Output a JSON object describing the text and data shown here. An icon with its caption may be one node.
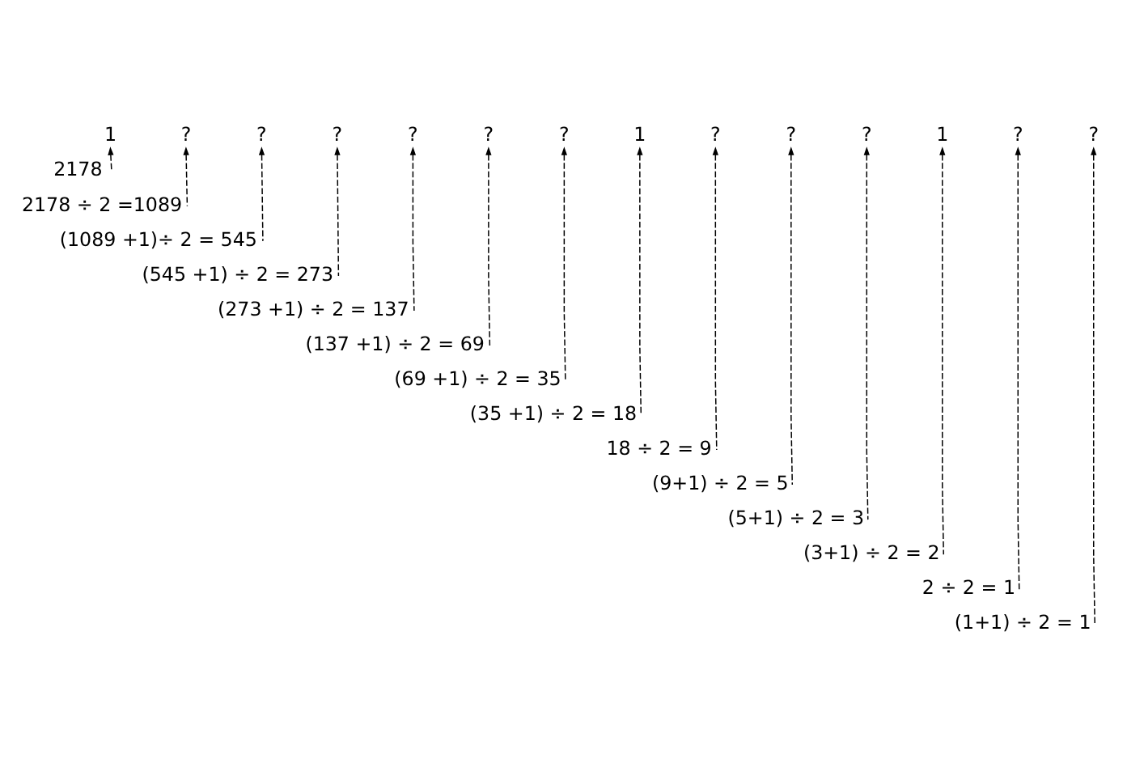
{
  "diagram": {
    "nodes": [
      {
        "text": [
          "1"
        ]
      },
      {
        "text": [
          "?"
        ]
      },
      {
        "text": [
          "?"
        ]
      },
      {
        "text": [
          "?"
        ]
      },
      {
        "text": [
          "?"
        ]
      },
      {
        "text": [
          "?"
        ]
      },
      {
        "text": [
          "?"
        ]
      },
      {
        "text": [
          "1"
        ]
      },
      {
        "text": [
          "?"
        ]
      },
      {
        "text": [
          "?"
        ]
      },
      {
        "text": [
          "?"
        ]
      },
      {
        "text": [
          "1"
        ]
      },
      {
        "text": [
          "?"
        ]
      },
      {
        "text": [
          "?"
        ]
      },
      {
        "text": [
          "2178"
        ]
      },
      {
        "text": [
          "2178 ÷ 2 =1089"
        ]
      },
      {
        "text": [
          "(1089 +1)÷ 2 = 545"
        ]
      },
      {
        "text": [
          "(545 +1) ÷ 2 = 273"
        ]
      },
      {
        "text": [
          "(273 +1) ÷ 2 = 137"
        ]
      },
      {
        "text": [
          "(137 +1) ÷ 2 = 69"
        ]
      },
      {
        "text": [
          "(69 +1) ÷ 2 = 35"
        ]
      },
      {
        "text": [
          "(35 +1) ÷ 2 = 18"
        ]
      },
      {
        "text": [
          "18 ÷ 2 = 9"
        ]
      },
      {
        "text": [
          "(9+1) ÷ 2 = 5"
        ]
      },
      {
        "text": [
          "(5+1) ÷ 2 = 3"
        ]
      },
      {
        "text": [
          "(3+1) ÷ 2 = 2"
        ]
      },
      {
        "text": [
          "2 ÷ 2 = 1"
        ]
      },
      {
        "text": [
          "(1+1) ÷ 2 = 1"
        ]
      }
    ],
    "edges": [
      {
        "from": 14,
        "to": 0,
        "arrow": "to",
        "style": "dashed"
      },
      {
        "from": 15,
        "to": 1,
        "arrow": "to",
        "style": "dashed"
      },
      {
        "from": 16,
        "to": 2,
        "arrow": "to",
        "style": "dashed"
      },
      {
        "from": 17,
        "to": 3,
        "arrow": "to",
        "style": "dashed"
      },
      {
        "from": 18,
        "to": 4,
        "arrow": "to",
        "style": "dashed"
      },
      {
        "from": 19,
        "to": 5,
        "arrow": "to",
        "style": "dashed"
      },
      {
        "from": 20,
        "to": 6,
        "arrow": "to",
        "style": "dashed"
      },
      {
        "from": 21,
        "to": 7,
        "arrow": "to",
        "style": "dashed"
      },
      {
        "from": 22,
        "to": 8,
        "arrow": "to",
        "style": "dashed"
      },
      {
        "from": 23,
        "to": 9,
        "arrow": "to",
        "style": "dashed"
      },
      {
        "from": 24,
        "to": 10,
        "arrow": "to",
        "style": "dashed"
      },
      {
        "from": 25,
        "to": 11,
        "arrow": "to",
        "style": "dashed"
      },
      {
        "from": 26,
        "to": 12,
        "arrow": "to",
        "style": "dashed"
      },
      {
        "from": 27,
        "to": 13,
        "arrow": "to",
        "style": "dashed"
      }
    ]
  }
}
